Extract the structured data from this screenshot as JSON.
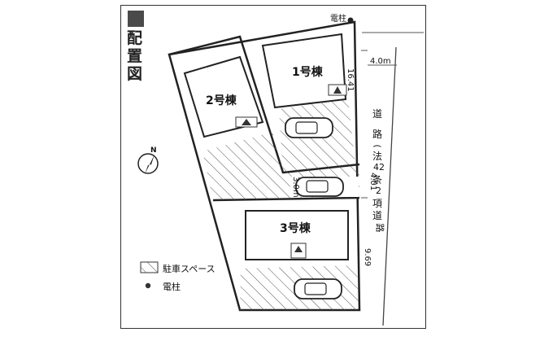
{
  "title": [
    "配",
    "置",
    "図"
  ],
  "buildings": {
    "b1": "1号棟",
    "b2": "2号棟",
    "b3": "3号棟"
  },
  "road": {
    "chars": [
      "道",
      "路",
      "(",
      "法",
      "42",
      "条",
      "2",
      "項",
      "道",
      "路",
      ")"
    ],
    "width": "4.0m"
  },
  "dimensions": {
    "d1": "16.41",
    "d2": "4.01",
    "d3": "9.69",
    "passage": "3.0m"
  },
  "utility_pole_label": "電柱",
  "legend": {
    "parking": "駐車スペース",
    "pole": "電柱"
  },
  "compass": "N"
}
